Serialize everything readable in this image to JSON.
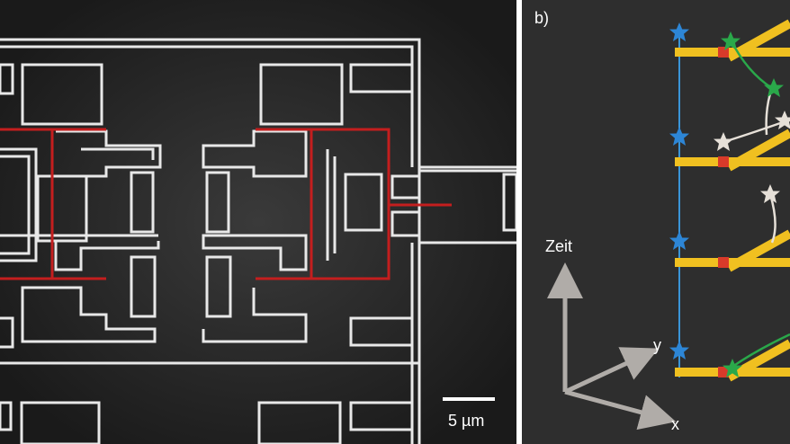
{
  "panel_a": {
    "scale_bar_label": "5 µm",
    "colors": {
      "background": "#1e1e1e",
      "structure": "#e8e8e8",
      "waveguide_overlay": "#c41e1e"
    }
  },
  "panel_b": {
    "label": "b)",
    "axis_time": "Zeit",
    "axis_y": "y",
    "axis_x": "x",
    "colors": {
      "background": "#2e2e2e",
      "rungs": "#f0c020",
      "joints": "#d83a2a",
      "star_blue": "#2d86d6",
      "star_green": "#2aa84a",
      "star_white": "#e6e0d8",
      "time_line": "#3a95d8",
      "axis_arrow": "#b0aca8"
    }
  }
}
